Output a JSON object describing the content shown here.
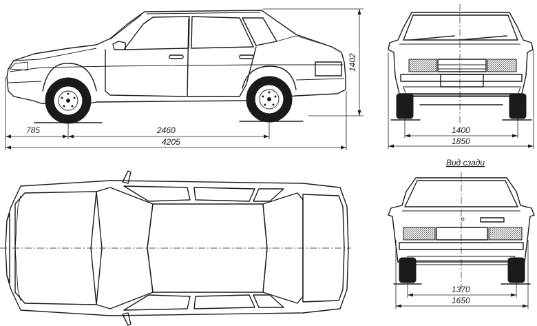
{
  "dimensions": {
    "front_overhang": "785",
    "wheelbase": "2460",
    "overall_length": "4205",
    "overall_height": "1402",
    "front_track": "1400",
    "overall_width_front": "1850",
    "rear_track": "1370",
    "overall_width_rear": "1650"
  },
  "captions": {
    "rear_view": "Вид сзади"
  }
}
